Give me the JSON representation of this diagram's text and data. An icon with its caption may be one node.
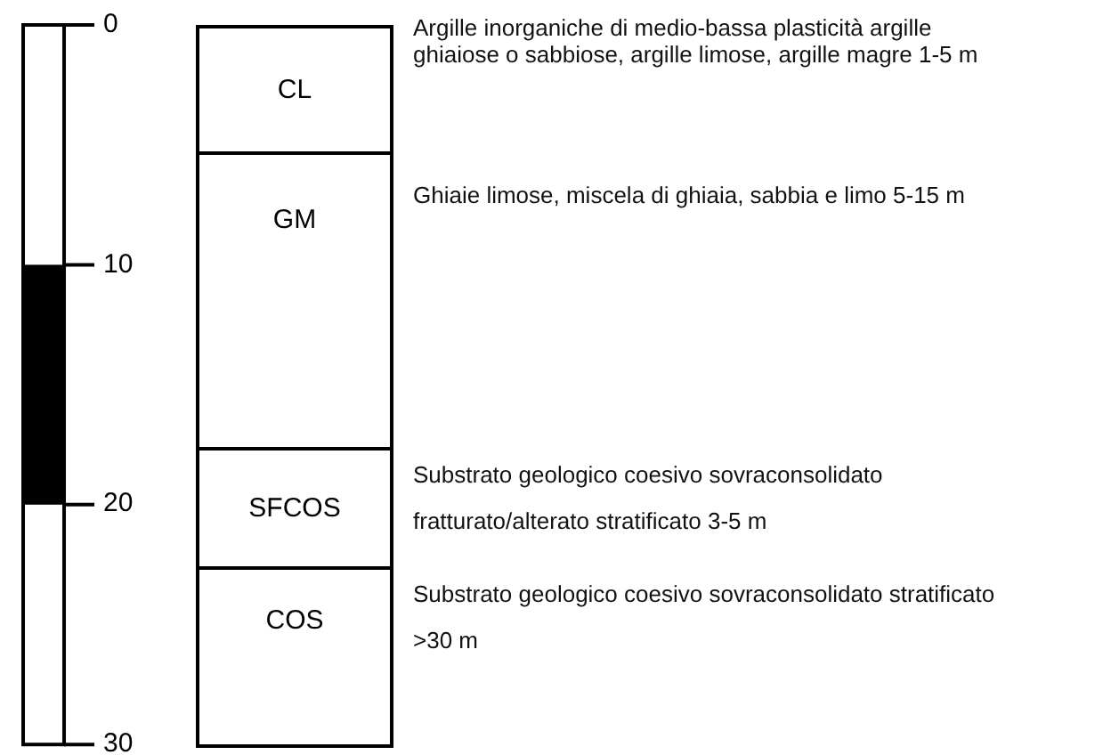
{
  "diagram": {
    "nodes": [
      {
        "text": [
          "CL"
        ],
        "beside": [
          "Argille inorganiche di medio-bassa plasticità argille ghiaiose o sabbiose, argille limose, argille magre 1-5 m"
        ]
      },
      {
        "text": [
          "GM"
        ],
        "beside": [
          "Ghiaie limose, miscela di ghiaia, sabbia e limo 5-15 m"
        ]
      },
      {
        "text": [
          "SFCOS"
        ],
        "beside": [
          "Substrato geologico coesivo sovraconsolidato fratturato/alterato stratificato 3-5 m"
        ]
      },
      {
        "text": [
          "COS"
        ],
        "beside": [
          "Substrato geologico coesivo sovraconsolidato stratificato >30 m"
        ]
      }
    ],
    "edges": [],
    "labels": [
      "0",
      "10",
      "20",
      "30"
    ]
  }
}
